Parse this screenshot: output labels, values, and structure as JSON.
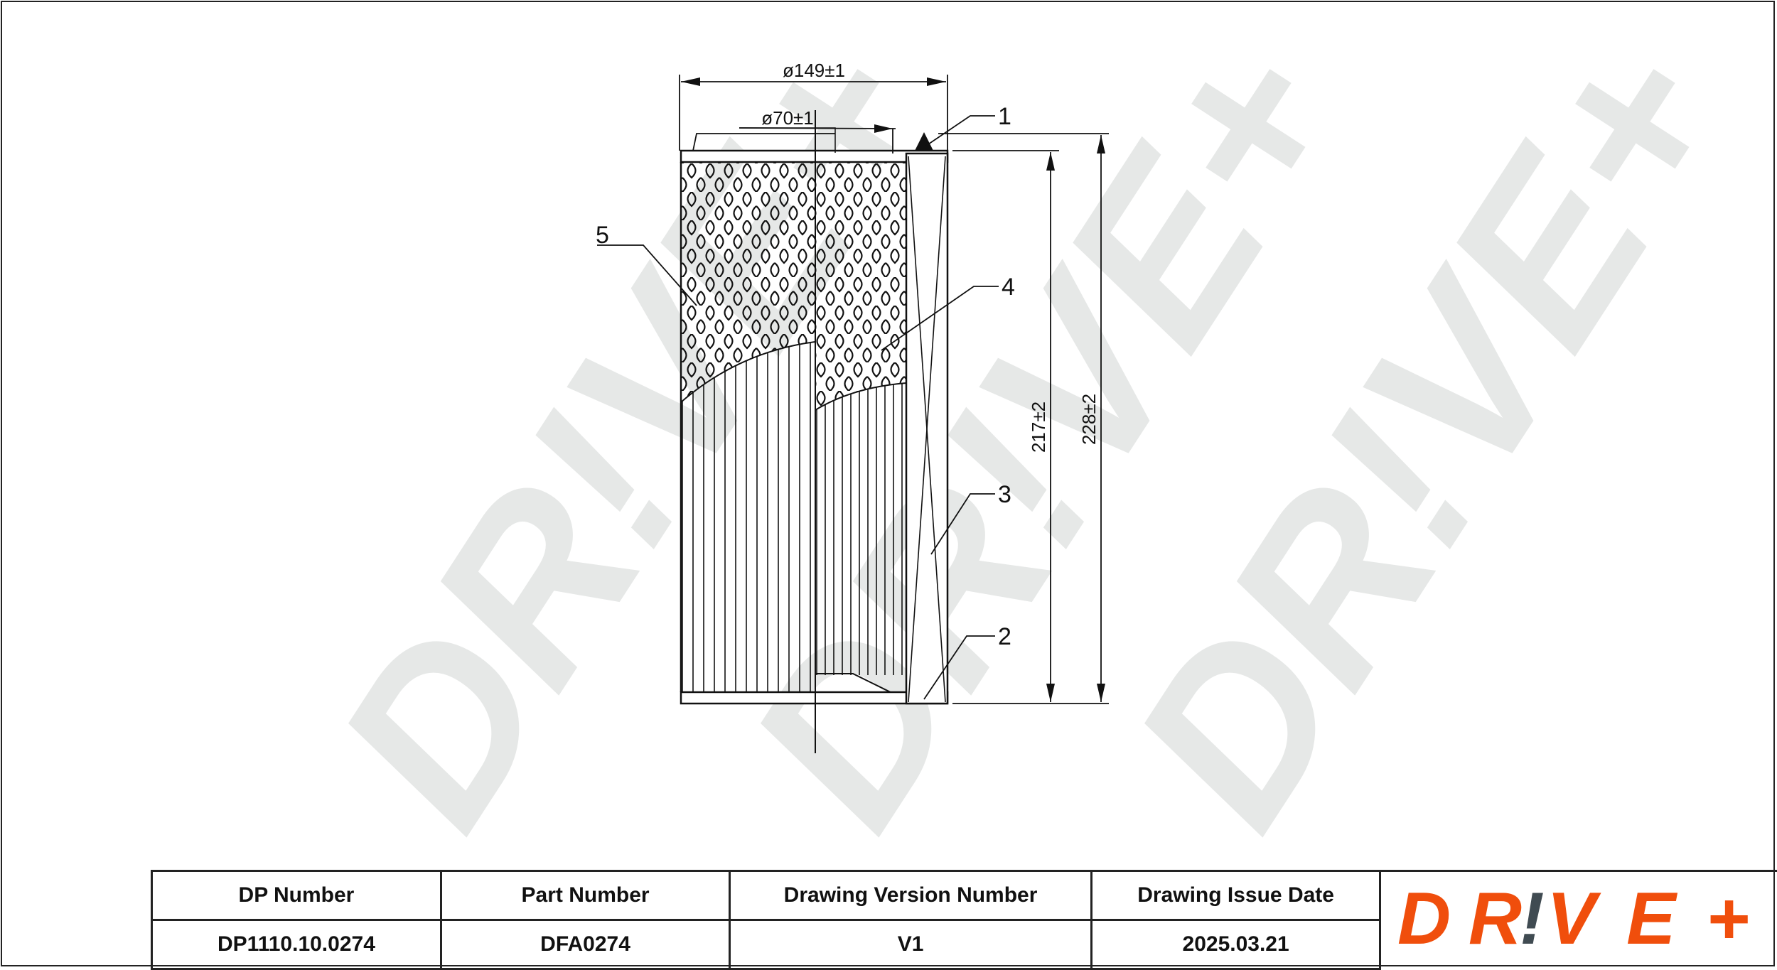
{
  "drawing": {
    "dimensions": {
      "outer_diameter": "ø149±1",
      "inner_diameter": "ø70±1",
      "height_inner": "217±2",
      "height_total": "228±2"
    },
    "callouts": [
      "1",
      "2",
      "3",
      "4",
      "5"
    ]
  },
  "watermark": "DR!VE+",
  "title_block": {
    "headers": [
      "DP Number",
      "Part Number",
      "Drawing Version Number",
      "Drawing Issue Date"
    ],
    "values": [
      "DP1110.10.0274",
      "DFA0274",
      "V1",
      "2025.03.21"
    ]
  },
  "logo": {
    "text": "DR!VE+",
    "primary_color": "#f04e0c",
    "accent_color": "#404b52"
  }
}
